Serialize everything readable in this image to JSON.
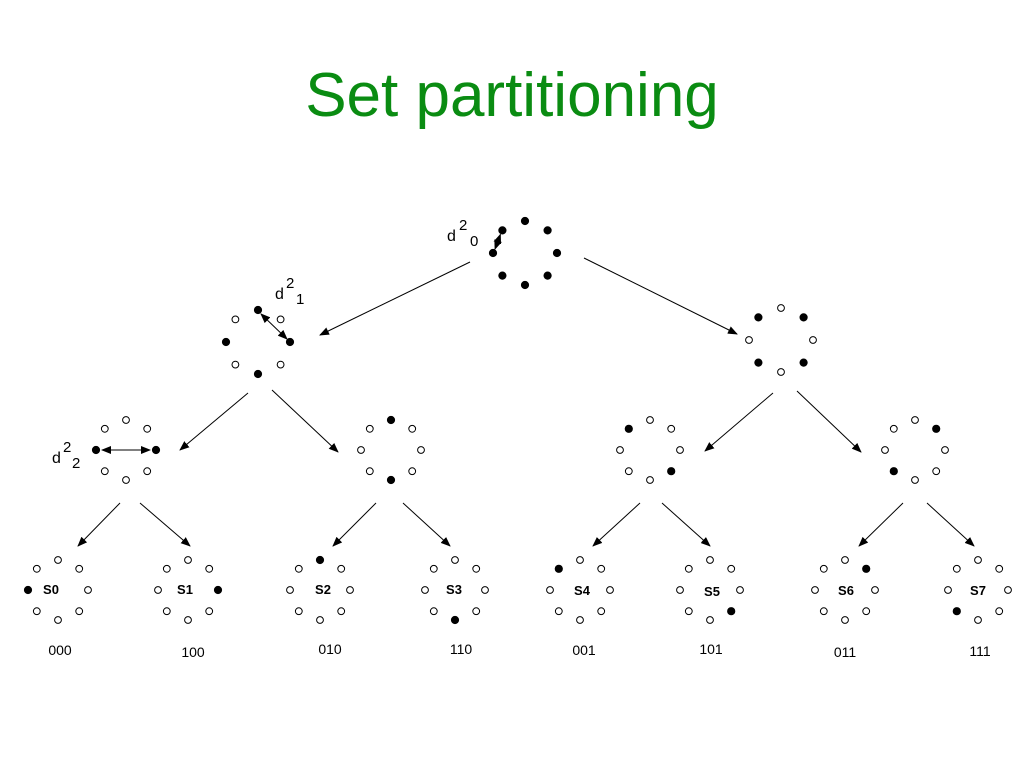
{
  "slide": {
    "title": "Set partitioning"
  },
  "diagram": {
    "distance_labels": [
      {
        "base": "d",
        "superscript": "2",
        "subscript": "0"
      },
      {
        "base": "d",
        "superscript": "2",
        "subscript": "1"
      },
      {
        "base": "d",
        "superscript": "2",
        "subscript": "2"
      }
    ],
    "subsets": [
      {
        "name": "S0",
        "code": "000",
        "filled_point": 6
      },
      {
        "name": "S1",
        "code": "100",
        "filled_point": 2
      },
      {
        "name": "S2",
        "code": "010",
        "filled_point": 0
      },
      {
        "name": "S3",
        "code": "110",
        "filled_point": 4
      },
      {
        "name": "S4",
        "code": "001",
        "filled_point": 7
      },
      {
        "name": "S5",
        "code": "101",
        "filled_point": 3
      },
      {
        "name": "S6",
        "code": "011",
        "filled_point": 1
      },
      {
        "name": "S7",
        "code": "111",
        "filled_point": 5
      }
    ],
    "levels": {
      "root": [
        0,
        1,
        2,
        3,
        4,
        5,
        6,
        7
      ],
      "level1": [
        [
          0,
          2,
          4,
          6
        ],
        [
          1,
          3,
          5,
          7
        ]
      ],
      "level2": [
        [
          2,
          6
        ],
        [
          0,
          4
        ],
        [
          3,
          7
        ],
        [
          1,
          5
        ]
      ]
    },
    "colors": {
      "filled": "#000000",
      "empty": "#ffffff",
      "stroke": "#000000",
      "title": "#0a8c12"
    }
  }
}
